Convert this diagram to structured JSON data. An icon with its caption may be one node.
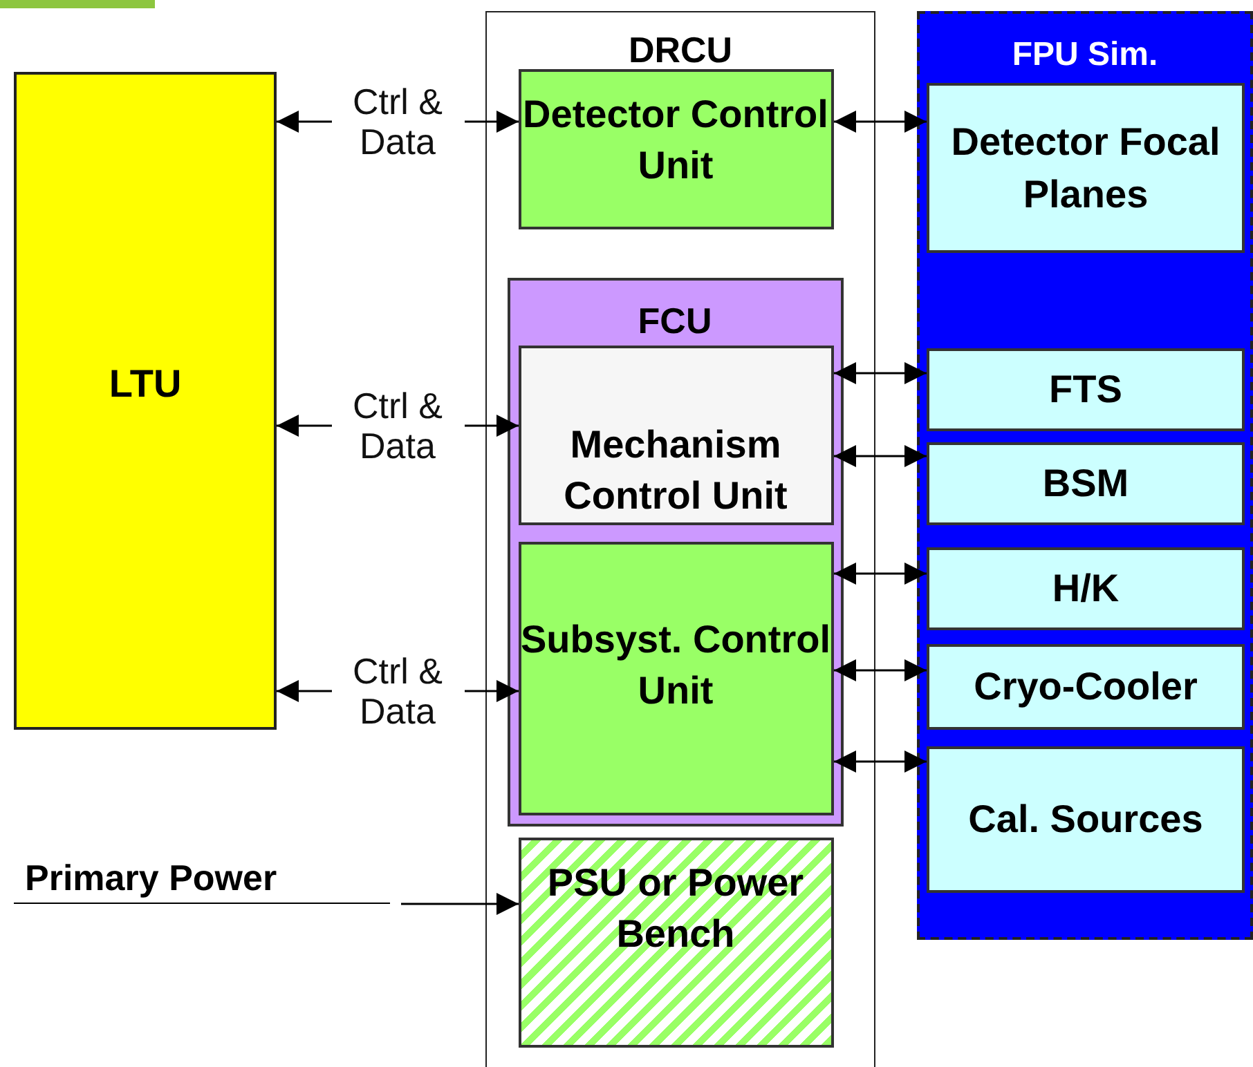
{
  "diagram": {
    "nodes": [
      {
        "text": [
          "LTU"
        ]
      },
      {
        "text": [
          "DRCU"
        ]
      },
      {
        "text": [
          "Detector Control Unit"
        ],
        "in": 1
      },
      {
        "text": [
          "FCU"
        ],
        "in": 1
      },
      {
        "text": [
          "Mechanism Control Unit"
        ],
        "in": 3
      },
      {
        "text": [
          "Subsyst. Control Unit"
        ],
        "in": 3
      },
      {
        "text": [
          "PSU or Power Bench"
        ],
        "in": 1
      },
      {
        "text": [
          "FPU Sim."
        ]
      },
      {
        "text": [
          "Detector Focal Planes"
        ],
        "in": 7
      },
      {
        "text": [
          "FTS"
        ],
        "in": 7
      },
      {
        "text": [
          "BSM"
        ],
        "in": 7
      },
      {
        "text": [
          "H/K"
        ],
        "in": 7
      },
      {
        "text": [
          "Cryo-Cooler"
        ],
        "in": 7
      },
      {
        "text": [
          "Cal. Sources"
        ],
        "in": 7
      },
      {
        "text": [
          "Primary Power"
        ]
      }
    ],
    "edges": [
      {
        "from": 0,
        "to": 2,
        "arrow": "both",
        "label": "Ctrl & Data"
      },
      {
        "from": 0,
        "to": 4,
        "arrow": "both",
        "label": "Ctrl & Data"
      },
      {
        "from": 0,
        "to": 5,
        "arrow": "both",
        "label": "Ctrl & Data"
      },
      {
        "from": 2,
        "to": 8,
        "arrow": "both"
      },
      {
        "from": 4,
        "to": 9,
        "arrow": "both"
      },
      {
        "from": 4,
        "to": 10,
        "arrow": "both"
      },
      {
        "from": 5,
        "to": 11,
        "arrow": "both"
      },
      {
        "from": 5,
        "to": 12,
        "arrow": "both"
      },
      {
        "from": 5,
        "to": 13,
        "arrow": "both"
      },
      {
        "from": 14,
        "to": 6,
        "arrow": "to"
      }
    ]
  }
}
